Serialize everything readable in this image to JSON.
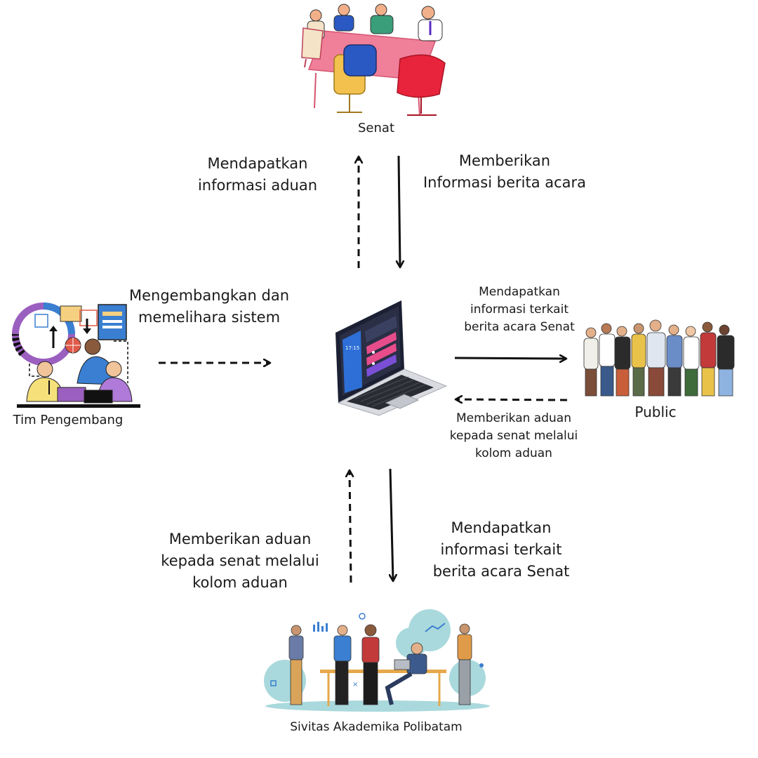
{
  "nodes": {
    "senat": {
      "label": "Senat"
    },
    "tim_pengembang": {
      "label": "Tim Pengembang"
    },
    "public": {
      "label": "Public"
    },
    "sivitas": {
      "label": "Sivitas Akademika Polibatam"
    },
    "system": {
      "clock": "17:15"
    }
  },
  "edges": {
    "system_to_senat": {
      "label_line1": "Mendapatkan",
      "label_line2": "informasi aduan",
      "style": "dashed"
    },
    "senat_to_system": {
      "label_line1": "Memberikan",
      "label_line2": "Informasi berita acara",
      "style": "solid"
    },
    "tim_to_system": {
      "label_line1": "Mengembangkan dan",
      "label_line2": "memelihara sistem",
      "style": "dashed"
    },
    "system_to_public": {
      "label_line1": "Mendapatkan",
      "label_line2": "informasi terkait",
      "label_line3": "berita acara Senat",
      "style": "solid"
    },
    "public_to_system": {
      "label_line1": "Memberikan aduan",
      "label_line2": "kepada senat melalui",
      "label_line3": "kolom aduan",
      "style": "dashed"
    },
    "sivitas_to_system": {
      "label_line1": "Memberikan aduan",
      "label_line2": "kepada senat melalui",
      "label_line3": "kolom aduan",
      "style": "dashed"
    },
    "system_to_sivitas": {
      "label_line1": "Mendapatkan",
      "label_line2": "informasi terkait",
      "label_line3": "berita acara Senat",
      "style": "solid"
    }
  },
  "colors": {
    "arrow": "#111111",
    "table_pink": "#f07f9a",
    "chair_red": "#e8243c",
    "chair_yellow": "#f2c14e",
    "suit_blue": "#2b59c3",
    "laptop_dark": "#2a2f45",
    "screen_blue": "#2d6fd6",
    "teal_bg": "#a9d9dc",
    "purple": "#9b5fc0"
  }
}
